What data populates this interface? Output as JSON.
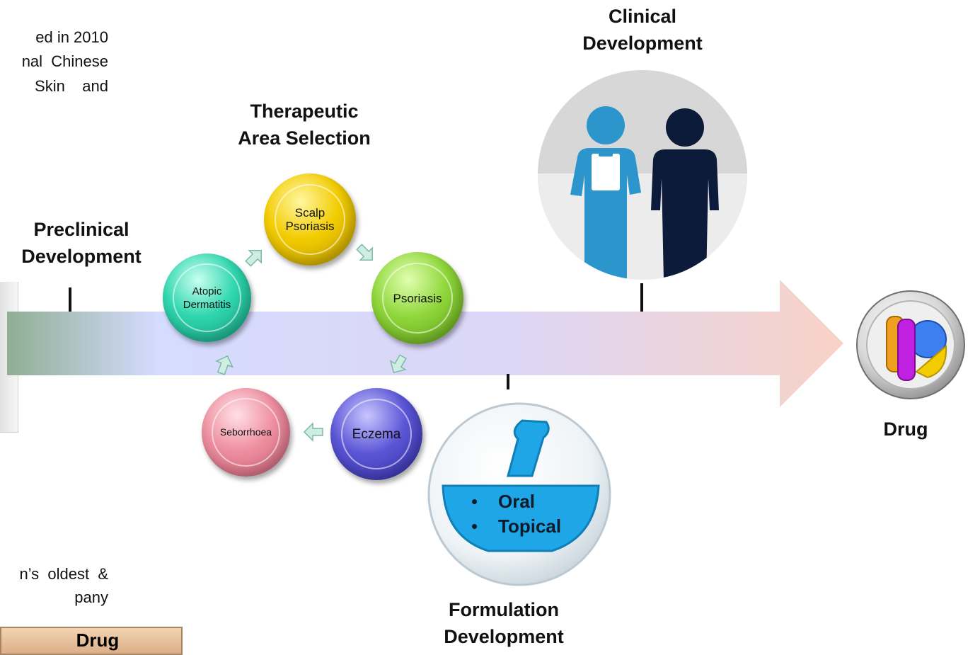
{
  "left_text": {
    "line1": "ed in 2010",
    "line2": "nal  Chinese",
    "line3": "Skin    and",
    "line4": "n’s  oldest  &",
    "line5": "pany"
  },
  "drug_box_label": "Drug",
  "stages": {
    "preclinical": [
      "Preclinical",
      "Development"
    ],
    "therapeutic": [
      "Therapeutic",
      "Area Selection"
    ],
    "clinical": [
      "Clinical",
      "Development"
    ],
    "formulation": [
      "Formulation",
      "Development"
    ],
    "drug": "Drug"
  },
  "therapy_cycle": [
    {
      "label": "Scalp Psoriasis"
    },
    {
      "label": "Psoriasis"
    },
    {
      "label": "Eczema"
    },
    {
      "label": "Seborrhoea"
    },
    {
      "label": "Atopic Dermatitis"
    }
  ],
  "formulation_items": [
    "Oral",
    "Topical"
  ],
  "colors": {
    "scalp_psoriasis": "#f2cc00",
    "psoriasis": "#8fd63a",
    "eczema": "#5b56d6",
    "seborrhoea": "#ee8fa0",
    "atopic_dermatitis": "#2fd6ae",
    "process_arrow_start": "#8fae93",
    "process_arrow_mid": "#d7dcff",
    "process_arrow_end": "#f8d2c6",
    "clinical_figure_left": "#2b95cc",
    "clinical_figure_right": "#0d1b3a",
    "bowl_blue": "#1ea6e6"
  },
  "icons": [
    "clinician-icon",
    "patient-icon",
    "mortar-pestle-icon",
    "pills-icon",
    "cycle-arrow-icon"
  ]
}
